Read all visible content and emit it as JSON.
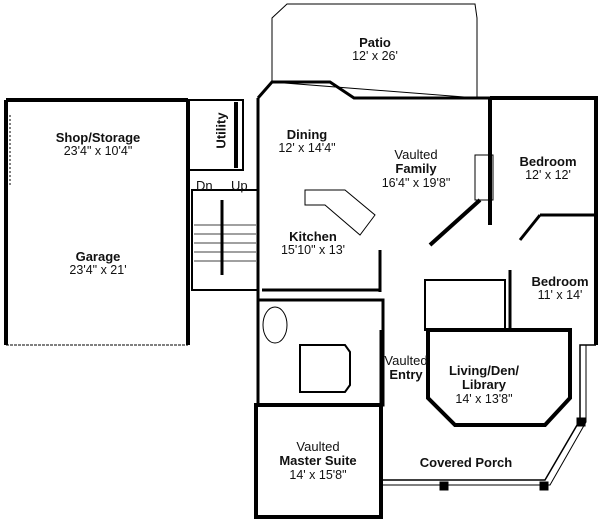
{
  "plan": {
    "rooms": [
      {
        "id": "patio",
        "name": "Patio",
        "prefix": "",
        "dims": "12' x 26'"
      },
      {
        "id": "shop",
        "name": "Shop/Storage",
        "prefix": "",
        "dims": "23'4\" x 10'4\""
      },
      {
        "id": "utility",
        "name": "Utility",
        "prefix": "",
        "dims": ""
      },
      {
        "id": "dining",
        "name": "Dining",
        "prefix": "",
        "dims": "12' x 14'4\""
      },
      {
        "id": "family",
        "name": "Family",
        "prefix": "Vaulted",
        "dims": "16'4\" x 19'8\""
      },
      {
        "id": "bedroom1",
        "name": "Bedroom",
        "prefix": "",
        "dims": "12' x 12'"
      },
      {
        "id": "garage",
        "name": "Garage",
        "prefix": "",
        "dims": "23'4\" x 21'"
      },
      {
        "id": "kitchen",
        "name": "Kitchen",
        "prefix": "",
        "dims": "15'10\" x 13'"
      },
      {
        "id": "bedroom2",
        "name": "Bedroom",
        "prefix": "",
        "dims": "11' x 14'"
      },
      {
        "id": "entry",
        "name": "Entry",
        "prefix": "Vaulted",
        "dims": ""
      },
      {
        "id": "living",
        "name": "Living/Den/\nLibrary",
        "line1": "Living/Den/",
        "line2": "Library",
        "prefix": "",
        "dims": "14' x 13'8\""
      },
      {
        "id": "master",
        "name": "Master Suite",
        "prefix": "Vaulted",
        "dims": "14' x 15'8\""
      },
      {
        "id": "porch",
        "name": "Covered Porch",
        "prefix": "",
        "dims": ""
      }
    ],
    "stairs": {
      "down": "Dn",
      "up": "Up"
    }
  }
}
